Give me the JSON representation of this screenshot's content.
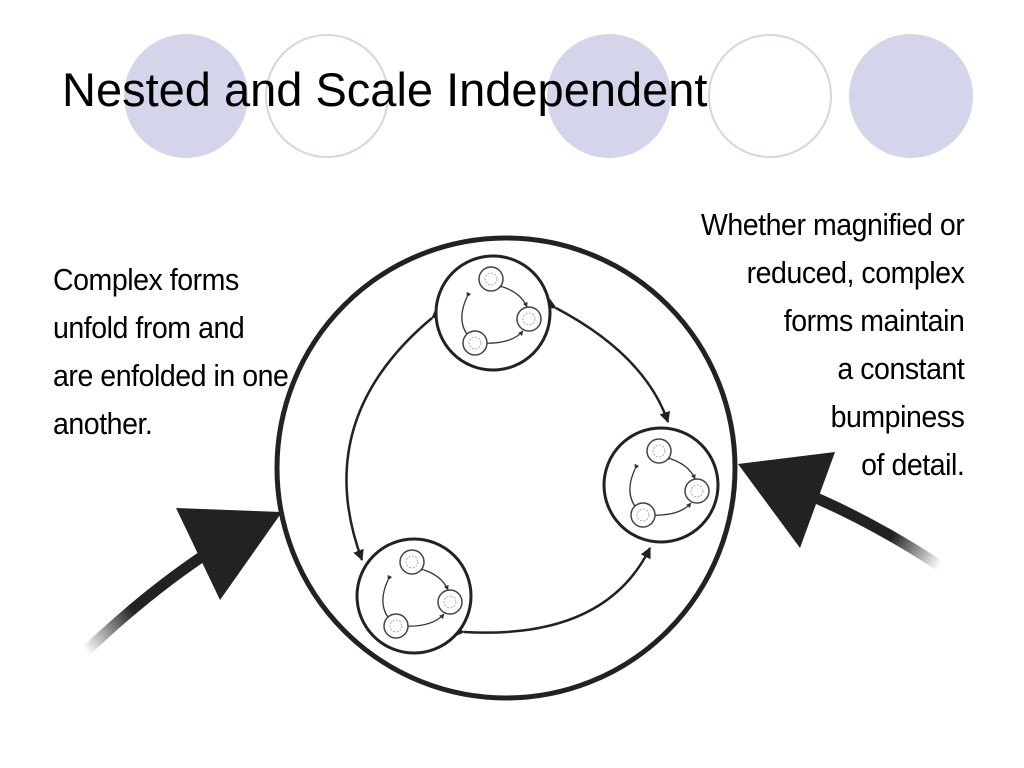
{
  "slide": {
    "title": "Nested and Scale Independent",
    "left_text": [
      "Complex forms",
      "unfold from and",
      "are enfolded in one",
      "another."
    ],
    "right_text": [
      "Whether magnified or",
      "reduced, complex",
      "forms maintain",
      "a constant",
      "bumpiness",
      "of detail."
    ]
  },
  "colors": {
    "accent": "#d4d4ea",
    "stroke": "#222222",
    "text": "#000000"
  },
  "icons": {
    "decoration": [
      "filled-circle",
      "outlined-circle",
      "filled-circle",
      "outlined-circle",
      "filled-circle"
    ],
    "diagram": "nested-cycle-diagram"
  }
}
